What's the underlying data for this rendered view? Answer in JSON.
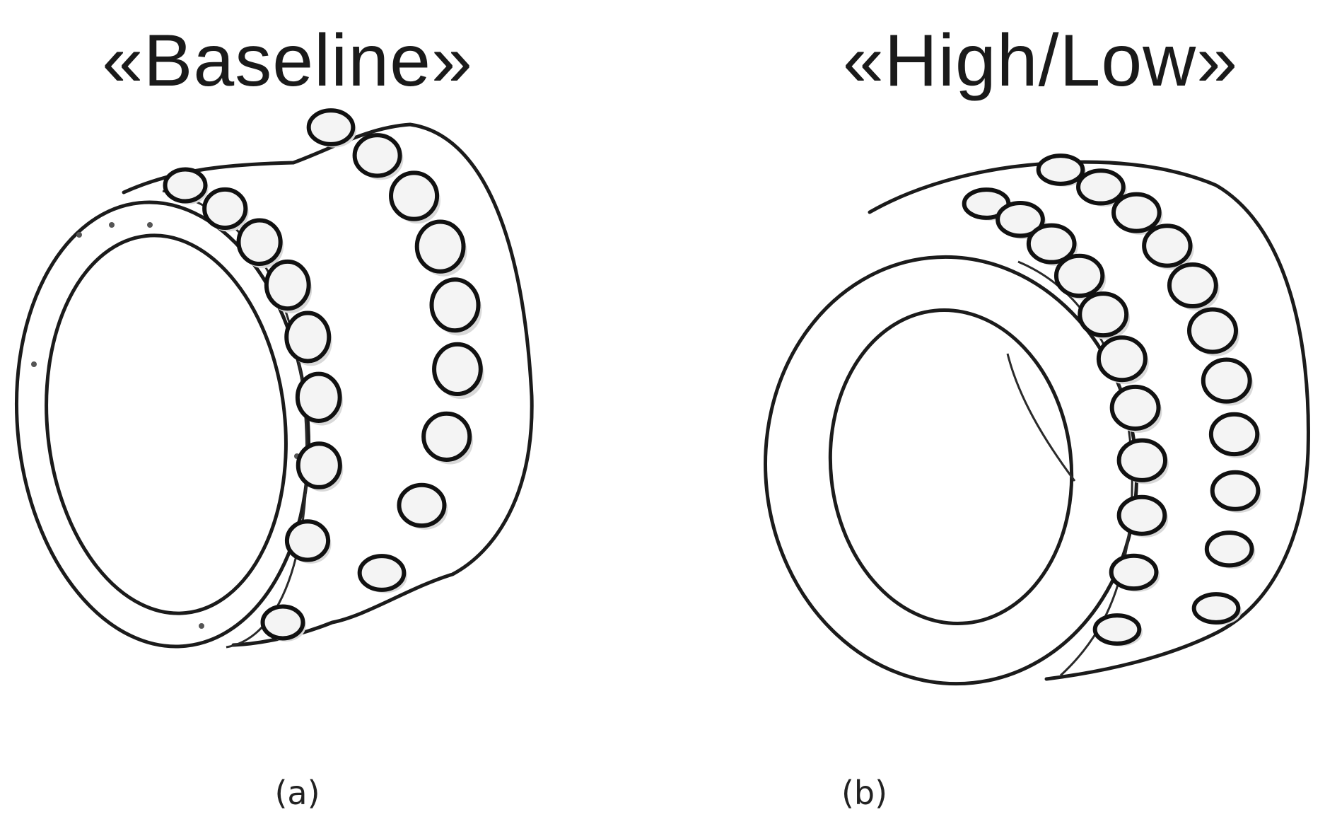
{
  "panels": [
    {
      "title": "«Baseline»",
      "caption": "(a)",
      "bumps_per_row": 9,
      "rows": 2
    },
    {
      "title": "«High/Low»",
      "caption": "(b)",
      "bumps_per_row": 11,
      "rows": 2
    }
  ]
}
